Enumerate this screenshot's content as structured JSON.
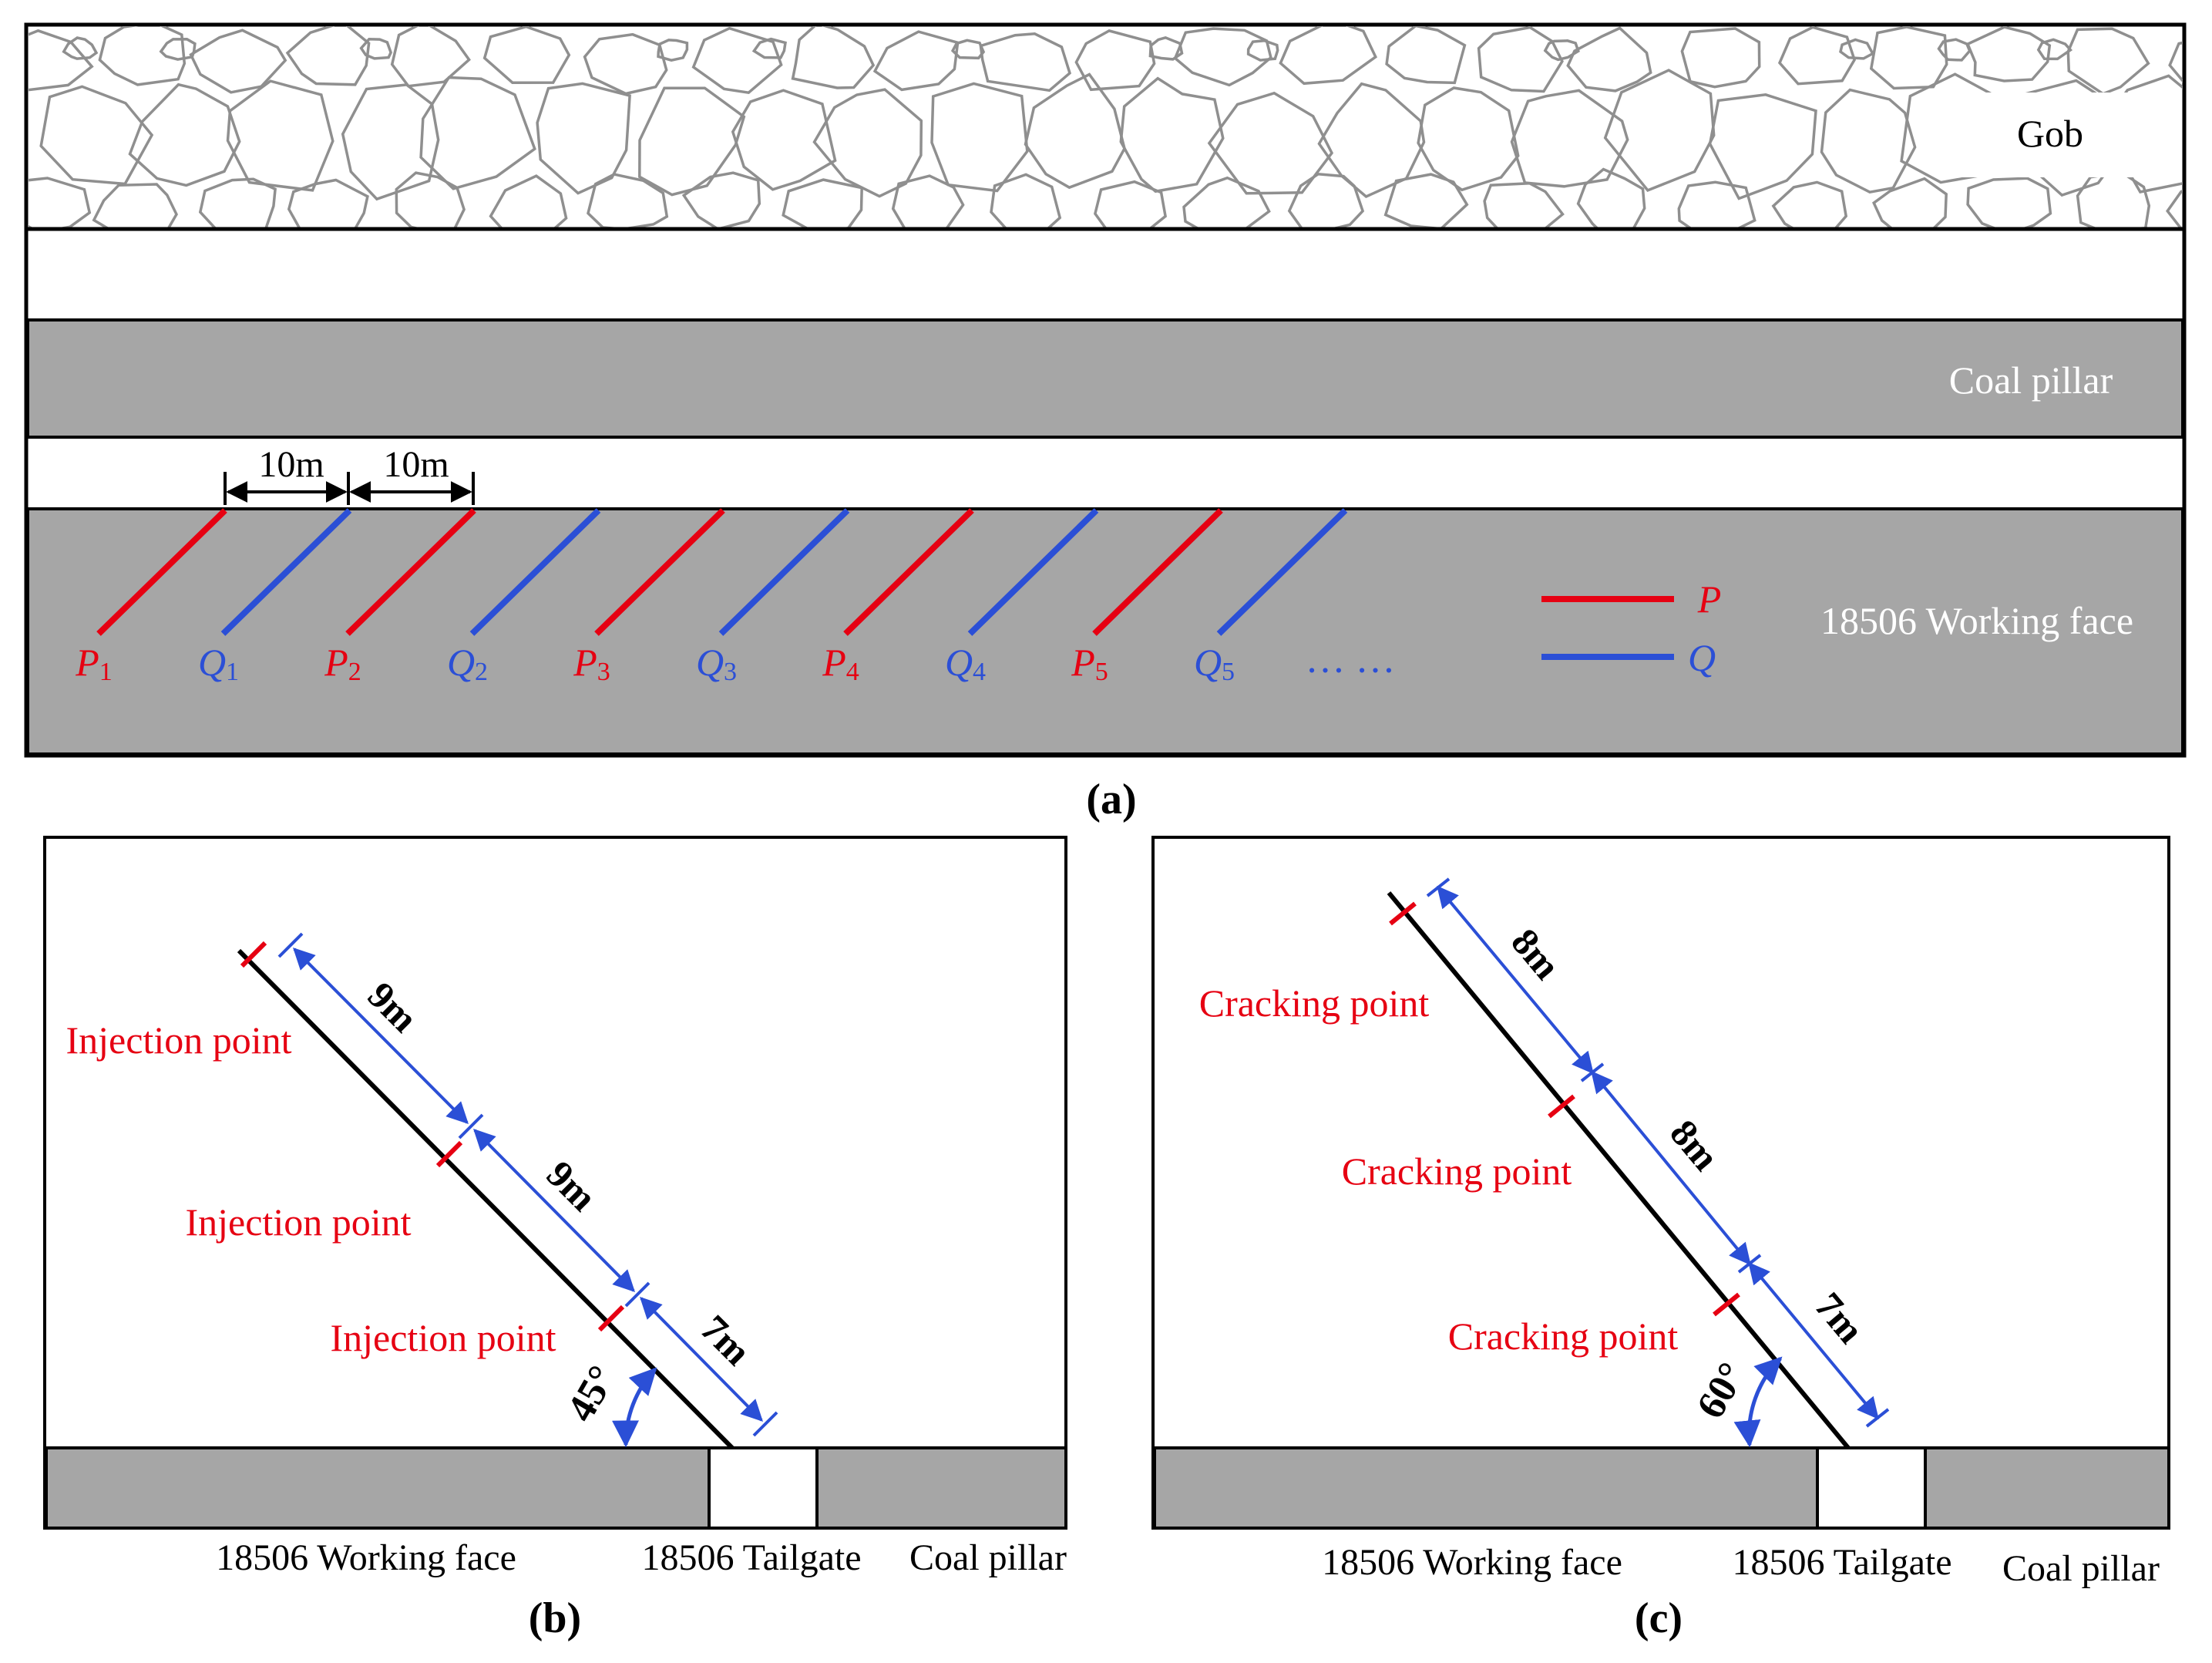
{
  "panel_a": {
    "caption": "(a)",
    "gob_label": "Gob",
    "coal_pillar_label": "Coal pillar",
    "working_face_label": "18506 Working face",
    "spacing_labels": [
      "10m",
      "10m"
    ],
    "boreholes": [
      {
        "letter": "P",
        "sub": "1"
      },
      {
        "letter": "Q",
        "sub": "1"
      },
      {
        "letter": "P",
        "sub": "2"
      },
      {
        "letter": "Q",
        "sub": "2"
      },
      {
        "letter": "P",
        "sub": "3"
      },
      {
        "letter": "Q",
        "sub": "3"
      },
      {
        "letter": "P",
        "sub": "4"
      },
      {
        "letter": "Q",
        "sub": "4"
      },
      {
        "letter": "P",
        "sub": "5"
      },
      {
        "letter": "Q",
        "sub": "5"
      }
    ],
    "ellipsis": "… …",
    "legend": [
      {
        "label": "P",
        "color": "#e60012"
      },
      {
        "label": "Q",
        "color": "#2b4fd6"
      }
    ]
  },
  "panel_b": {
    "caption": "(b)",
    "angle": "45°",
    "segment_lengths": [
      "9m",
      "9m",
      "7m"
    ],
    "point_labels": [
      "Injection point",
      "Injection point",
      "Injection point"
    ],
    "bottom_labels": [
      "18506 Working face",
      "18506 Tailgate",
      "Coal pillar"
    ]
  },
  "panel_c": {
    "caption": "(c)",
    "angle": "60°",
    "segment_lengths": [
      "8m",
      "8m",
      "7m"
    ],
    "point_labels": [
      "Cracking point",
      "Cracking point",
      "Cracking point"
    ],
    "bottom_labels": [
      "18506 Working face",
      "18506 Tailgate",
      "Coal pillar"
    ]
  },
  "colors": {
    "red": "#e60012",
    "blue": "#2b4fd6",
    "gray": "#a6a6a6",
    "rock": "#8f8f8f"
  }
}
